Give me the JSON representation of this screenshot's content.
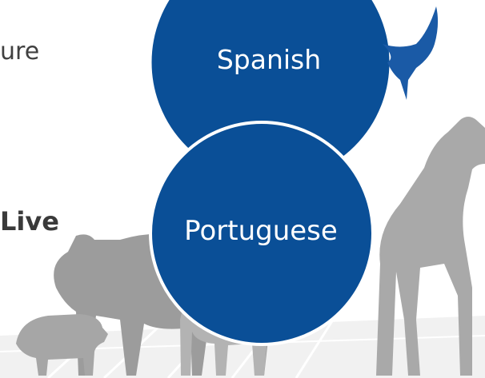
{
  "text_fragments": {
    "line_1": "ure",
    "line_2": "Live"
  },
  "circles": {
    "top_label": "Spanish",
    "bottom_label": "Portuguese",
    "fill_color": "#0a4f97",
    "border_color": "#ffffff"
  },
  "decorations": {
    "bird_icon": "swallow-bird-icon",
    "animals": [
      "horse-icon",
      "cow-icon",
      "pig-icon",
      "sheep-icon"
    ],
    "animal_color": "#a9a9a9",
    "bird_color": "#1a5aa6"
  }
}
